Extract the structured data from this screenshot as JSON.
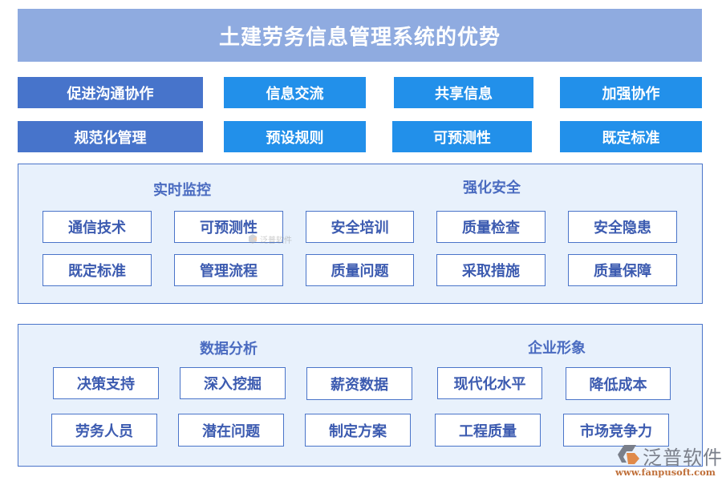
{
  "title": "土建劳务信息管理系统的优势",
  "top_rows": [
    [
      {
        "label": "促进沟通协作",
        "style": "dark"
      },
      {
        "label": "信息交流",
        "style": "light"
      },
      {
        "label": "共享信息",
        "style": "light"
      },
      {
        "label": "加强协作",
        "style": "light"
      }
    ],
    [
      {
        "label": "规范化管理",
        "style": "dark"
      },
      {
        "label": "预设规则",
        "style": "light"
      },
      {
        "label": "可预测性",
        "style": "light"
      },
      {
        "label": "既定标准",
        "style": "light"
      }
    ]
  ],
  "panel1": {
    "headings": [
      "实时监控",
      "强化安全"
    ],
    "rows": [
      [
        "通信技术",
        "可预测性",
        "安全培训",
        "质量检查",
        "安全隐患"
      ],
      [
        "既定标准",
        "管理流程",
        "质量问题",
        "采取措施",
        "质量保障"
      ]
    ]
  },
  "panel2": {
    "headings": [
      "数据分析",
      "企业形象"
    ],
    "rows": [
      [
        "决策支持",
        "深入挖掘",
        "薪资数据",
        "现代化水平",
        "降低成本"
      ],
      [
        "劳务人员",
        "潜在问题",
        "制定方案",
        "工程质量",
        "市场竞争力"
      ]
    ]
  },
  "watermark": {
    "small_text": "泛普软件",
    "logo_text": "泛普软件",
    "url": "www.fanpusoft.com"
  },
  "colors": {
    "title_bg": "#8FABE0",
    "pill_dark": "#4774CB",
    "pill_light": "#2290EA",
    "panel_bg": "#E8F1FC",
    "border": "#4A74C9",
    "heading_text": "#4A6BC0"
  }
}
